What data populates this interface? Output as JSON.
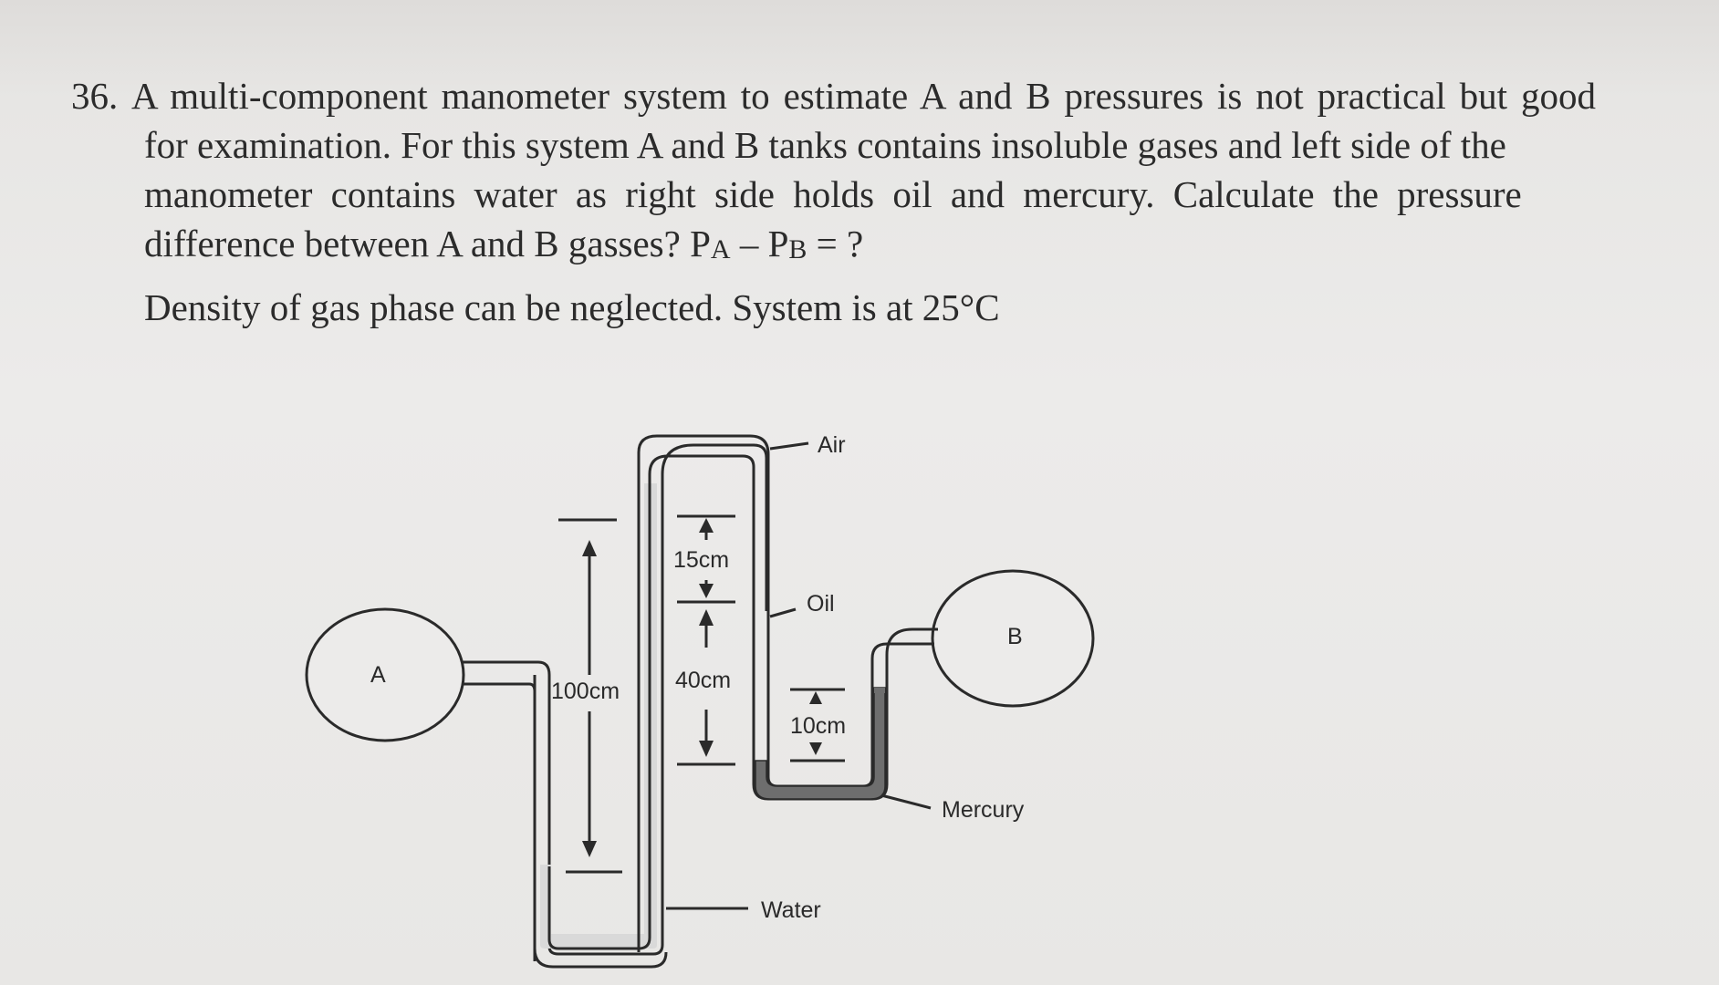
{
  "question": {
    "number": "36.",
    "line1": "A multi-component manometer system to estimate A and B pressures is not practical but good",
    "line2": "for examination. For this system A and B tanks contains insoluble gases and left side of the",
    "line3": "manometer contains water as right side holds oil and mercury. Calculate the pressure",
    "line4_main": "difference between A and B gasses? P",
    "sub_a": "A",
    "minus": " – P",
    "sub_b": "B",
    "tail": " = ?",
    "note": "Density of gas phase can be neglected. System is at 25°C"
  },
  "diagram": {
    "tank_a": "A",
    "tank_b": "B",
    "air": "Air",
    "oil": "Oil",
    "water": "Water",
    "mercury": "Mercury",
    "dim_100": "100cm",
    "dim_15": "15cm",
    "dim_40": "40cm",
    "dim_10": "10cm"
  },
  "colors": {
    "text": "#2b2b2b",
    "tube_outline": "#2a2a2a",
    "mercury_fill": "#6e6e6e",
    "water_fill": "#d4d4d4",
    "oil_fill": "#bdbdbd"
  }
}
